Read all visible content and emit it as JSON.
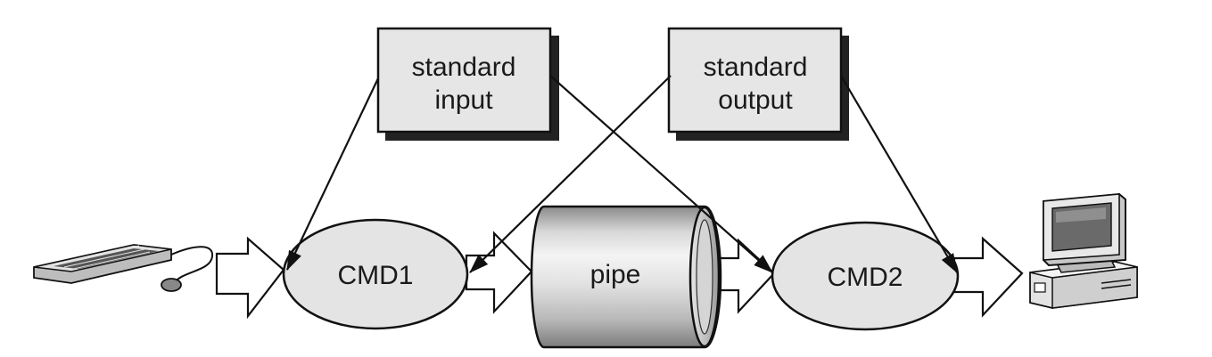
{
  "nodes": {
    "stdin": {
      "line1": "standard",
      "line2": "input"
    },
    "stdout": {
      "line1": "standard",
      "line2": "output"
    },
    "cmd1": {
      "label": "CMD1"
    },
    "cmd2": {
      "label": "CMD2"
    },
    "pipe": {
      "label": "pipe"
    }
  },
  "icons": {
    "source": "keyboard-icon",
    "sink": "computer-monitor-icon"
  },
  "colors": {
    "box_fill": "#e6e6e6",
    "ellipse_fill": "#e4e4e4",
    "stroke": "#111111"
  }
}
